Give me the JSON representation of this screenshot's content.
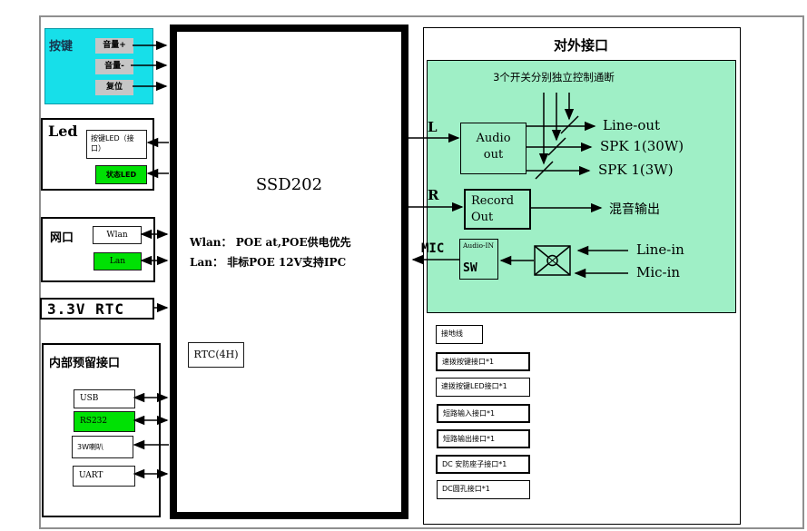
{
  "colors": {
    "cyan": "#17dfe9",
    "mint_green": "#9fefc6",
    "bright_green": "#00e104",
    "button_gray": "#c6c6c6"
  },
  "left": {
    "keys": {
      "label": "按键",
      "buttons": [
        "音量+",
        "音量-",
        "复位"
      ]
    },
    "led": {
      "label": "Led",
      "button_led": "按键LED（接口）",
      "status_led": "状态LED"
    },
    "network": {
      "label": "网口",
      "wlan": "Wlan",
      "lan": "Lan"
    },
    "power_rtc": {
      "label": "3.3V RTC"
    },
    "internal": {
      "label": "内部预留接口",
      "items": [
        "USB",
        "RS232",
        "3W喇叭",
        "UART"
      ]
    }
  },
  "soc": {
    "title": "SSD202",
    "note_wlan": "Wlan： POE at,POE供电优先",
    "note_lan": "Lan： 非标POE 12V支持IPC",
    "rtc": "RTC(4H)"
  },
  "external": {
    "title": "对外接口",
    "switch_note": "3个开关分别独立控制通断",
    "l_label": "L",
    "r_label": "R",
    "mic_label": "MIC",
    "audio_out": "Audio out",
    "record_out": "Record Out",
    "audio_in_top": "Audio-IN",
    "audio_in_bottom": "SW",
    "line_out": "Line-out",
    "spk_30w": "SPK 1(30W)",
    "spk_3w": "SPK 1(3W)",
    "mix_output": "混音输出",
    "line_in": "Line-in",
    "mic_in": "Mic-in",
    "connectors": [
      "接地线",
      "速拨按键接口*1",
      "速拨按键LED接口*1",
      "短路输入接口*1",
      "短路输出接口*1",
      "DC 安防座子接口*1",
      "DC圆孔接口*1"
    ]
  }
}
